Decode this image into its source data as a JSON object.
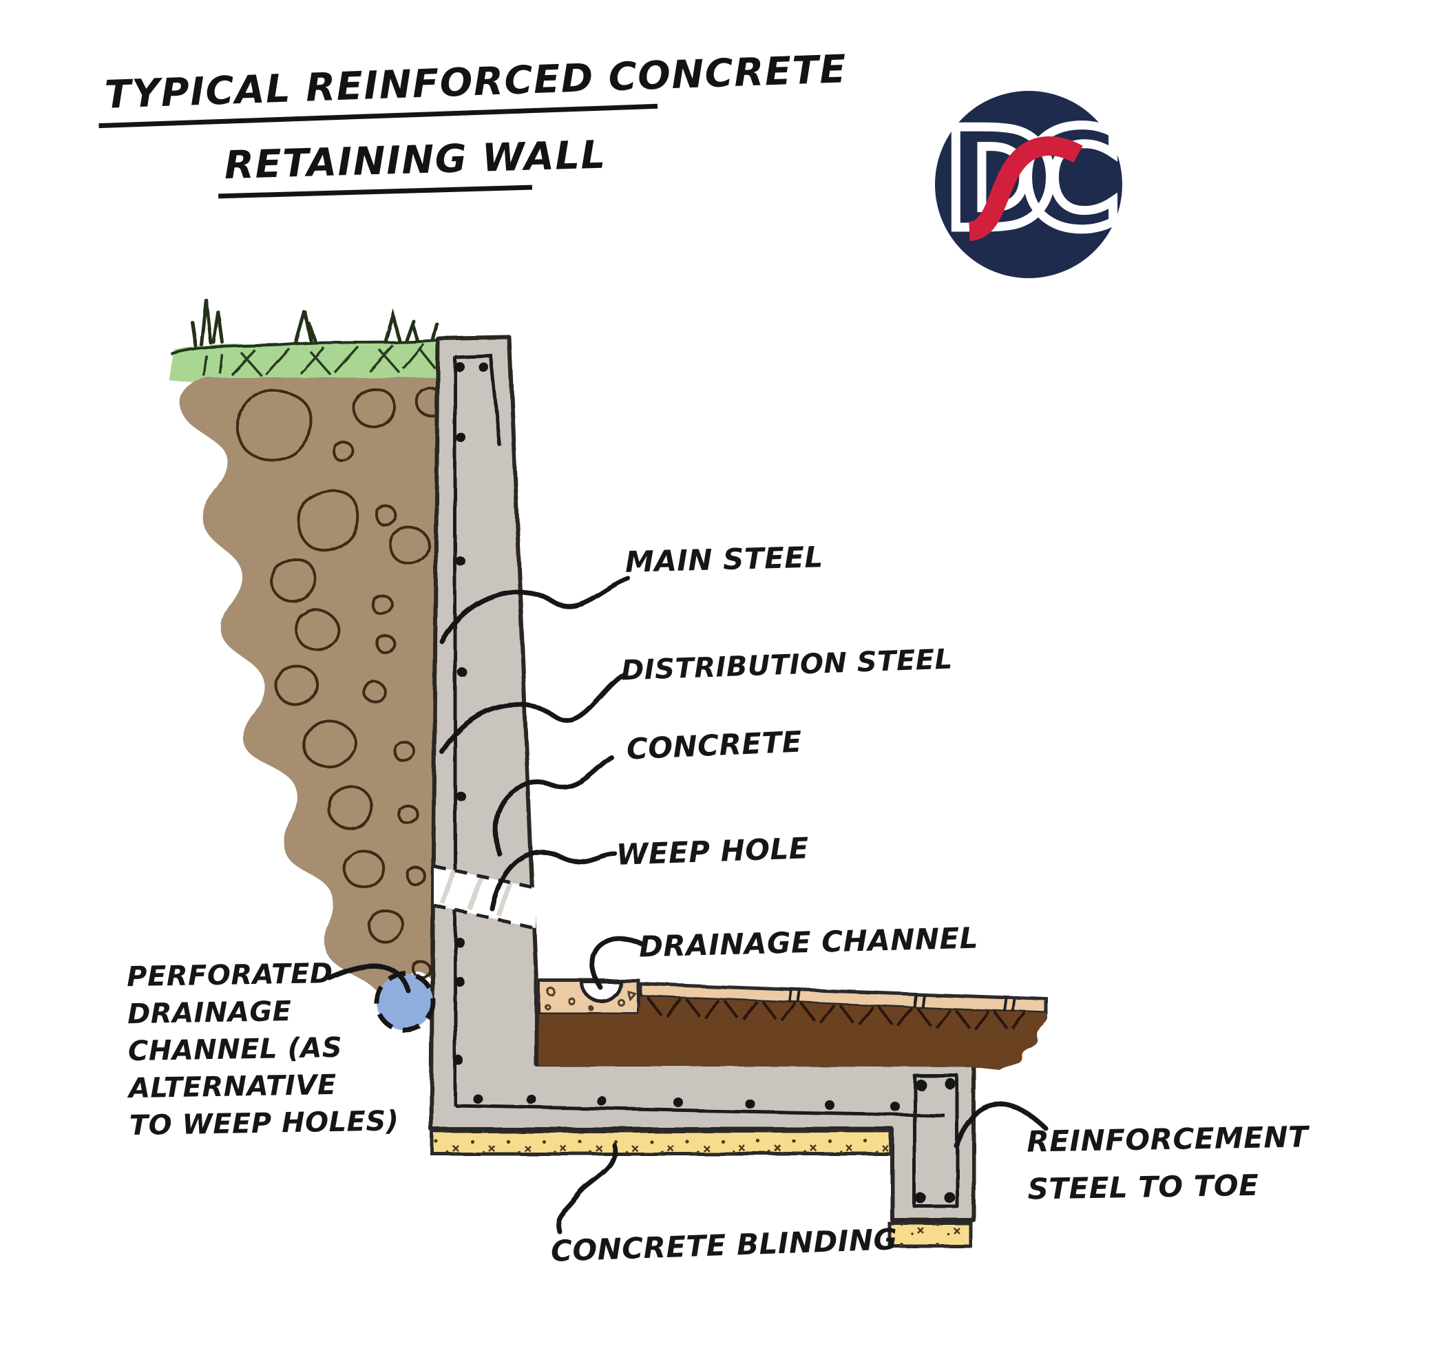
{
  "title": {
    "line1": "TYPICAL REINFORCED CONCRETE",
    "line2": "RETAINING WALL"
  },
  "logo": {
    "letter_d": "D",
    "letter_c": "C"
  },
  "callouts": {
    "main_steel": "MAIN STEEL",
    "distribution_steel": "DISTRIBUTION STEEL",
    "concrete": "CONCRETE",
    "weep_hole": "WEEP HOLE",
    "drainage_channel": "DRAINAGE CHANNEL",
    "perforated_drainage": {
      "lines": [
        "PERFORATED",
        "DRAINAGE",
        "CHANNEL (AS",
        "ALTERNATIVE",
        "TO WEEP HOLES)"
      ]
    },
    "reinforcement_toe": {
      "lines": [
        "REINFORCEMENT",
        "STEEL TO TOE"
      ]
    },
    "concrete_blinding": "CONCRETE BLINDING"
  },
  "colors": {
    "ink": "#1b1b1b",
    "grass": "#a9d793",
    "soil": "#a78e71",
    "concrete": "#c9c4be",
    "paver": "#eccaa3",
    "subsoil": "#6b4223",
    "blinding": "#f8dc8e",
    "pipe": "#90aedd",
    "logo_navy": "#1f2b4d",
    "logo_red": "#d2203c",
    "white": "#ffffff"
  }
}
